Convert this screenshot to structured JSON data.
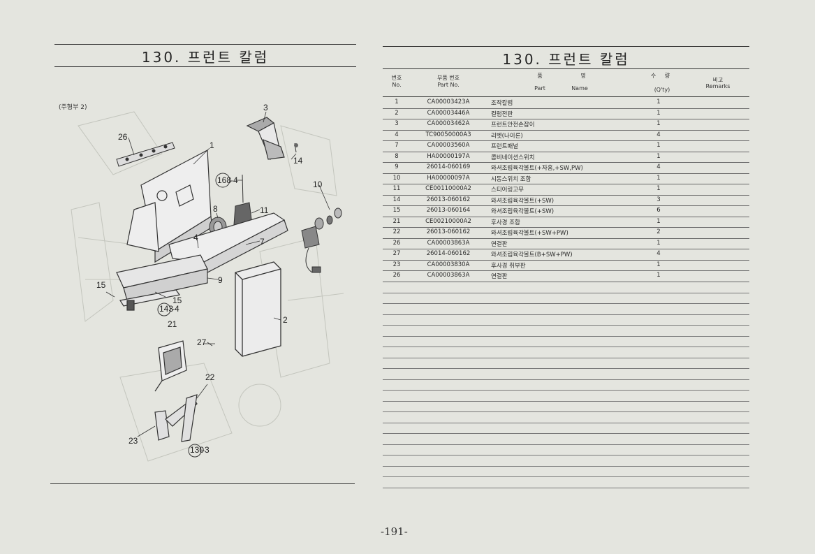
{
  "left": {
    "title": "130. 프런트 칼럼",
    "figure_label": "(주형부 2)",
    "callouts": {
      "c3": "3",
      "c26": "26",
      "c1": "1",
      "c14": "14",
      "c168": "168",
      "c168s": "-4",
      "c10": "10",
      "c8": "8",
      "c11": "11",
      "c4": "4",
      "c7": "7",
      "c9": "9",
      "c15a": "15",
      "c15b": "15",
      "c143": "143",
      "c143s": "-4",
      "c2": "2",
      "c21": "21",
      "c27": "27",
      "c22": "22",
      "c23": "23",
      "c130": "130",
      "c130s": "-3"
    }
  },
  "right": {
    "title": "130. 프런트 칼럼",
    "header": {
      "no_ko": "번호",
      "no_en": "No.",
      "part_ko": "부품 번호",
      "part_en": "Part  No.",
      "name_ko1": "품",
      "name_ko2": "명",
      "name_en1": "Part",
      "name_en2": "Name",
      "qty_ko1": "수",
      "qty_ko2": "량",
      "qty_en": "(Q'ty)",
      "remarks_ko": "비고",
      "remarks_en": "Remarks"
    },
    "rows": [
      {
        "no": "1",
        "part": "CA00003423A",
        "name": "조작칼럼",
        "qty": "1"
      },
      {
        "no": "2",
        "part": "CA00003446A",
        "name": "컬럼전판",
        "qty": "1"
      },
      {
        "no": "3",
        "part": "CA00003462A",
        "name": "프런트안전손잡이",
        "qty": "1"
      },
      {
        "no": "4",
        "part": "TC90050000A3",
        "name": "리벳(나이론)",
        "qty": "4"
      },
      {
        "no": "7",
        "part": "CA00003560A",
        "name": "프런트패널",
        "qty": "1"
      },
      {
        "no": "8",
        "part": "HA00000197A",
        "name": "콤비네이션스위치",
        "qty": "1"
      },
      {
        "no": "9",
        "part": "26014-060169",
        "name": "와셔조립육각볼트(+자홈,+SW,PW)",
        "qty": "4"
      },
      {
        "no": "10",
        "part": "HA00000097A",
        "name": "시동스위치 조합",
        "qty": "1"
      },
      {
        "no": "11",
        "part": "CE00110000A2",
        "name": "스티어링고무",
        "qty": "1"
      },
      {
        "no": "14",
        "part": "26013-060162",
        "name": "와셔조립육각볼트(+SW)",
        "qty": "3"
      },
      {
        "no": "15",
        "part": "26013-060164",
        "name": "와셔조립육각볼트(+SW)",
        "qty": "6"
      },
      {
        "no": "21",
        "part": "CE00210000A2",
        "name": "후사경 조합",
        "qty": "1"
      },
      {
        "no": "22",
        "part": "26013-060162",
        "name": "와셔조립육각볼트(+SW+PW)",
        "qty": "2"
      },
      {
        "no": "26",
        "part": "CA00003863A",
        "name": "연결판",
        "qty": "1"
      },
      {
        "no": "27",
        "part": "26014-060162",
        "name": "와셔조립육각볼트(B+SW+PW)",
        "qty": "4"
      },
      {
        "no": "23",
        "part": "CA00003830A",
        "name": "후사경 취부판",
        "qty": "1"
      },
      {
        "no": "26",
        "part": "CA00003863A",
        "name": "연결판",
        "qty": "1"
      }
    ]
  },
  "page_number": "-191-"
}
